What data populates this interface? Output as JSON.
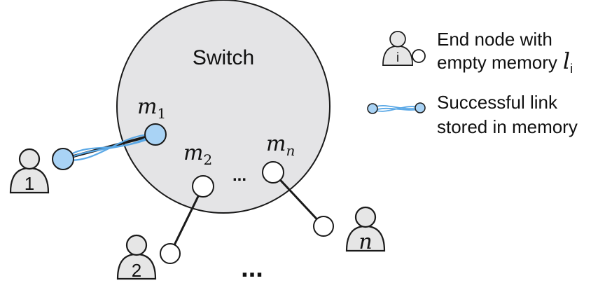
{
  "switch": {
    "label": "Switch"
  },
  "memories": {
    "m1": {
      "base": "m",
      "sub": "1"
    },
    "m2": {
      "base": "m",
      "sub": "2"
    },
    "mn": {
      "base": "m",
      "sub": "n"
    },
    "between": "..."
  },
  "end_nodes": {
    "node1": "1",
    "node2": "2",
    "noden": "n"
  },
  "more_nodes": "...",
  "legend": {
    "end_node_icon": "i",
    "end_node_line1": "End node with",
    "end_node_line2": "empty memory",
    "end_node_symbol": "l",
    "end_node_symbol_sub": "i",
    "link_line1": "Successful link",
    "link_line2": "stored in memory"
  },
  "colors": {
    "switch_fill": "#e4e4e6",
    "outline": "#1a1a1a",
    "link_fill": "#a9d3f5",
    "link_stroke": "#5aa8e6",
    "user_fill": "#e6e6e6"
  }
}
